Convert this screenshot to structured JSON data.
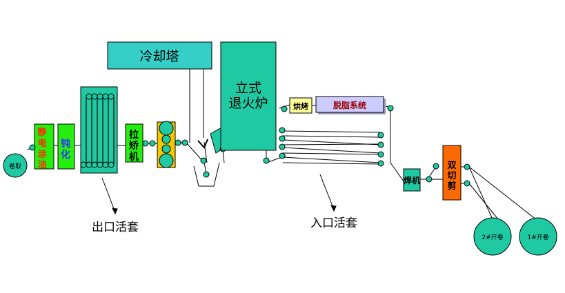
{
  "units": {
    "cooling_tower": "冷却塔",
    "annealing_furnace_line1": "立式",
    "annealing_furnace_line2": "退火炉",
    "baking": "烘烤",
    "degreasing": "脱脂系统",
    "electrostatic_oiler_chars": [
      "静",
      "电",
      "涂",
      "油"
    ],
    "passivation_chars": [
      "钝",
      "化"
    ],
    "tension_leveler_chars": [
      "拉",
      "矫",
      "机"
    ],
    "welder": "焊机",
    "double_shear_chars": [
      "双",
      "切",
      "剪"
    ],
    "coiler": "卷取",
    "uncoiler_2": "2#开卷",
    "uncoiler_1": "1#开卷"
  },
  "annotations": {
    "exit_accumulator": "出口活套",
    "entry_accumulator": "入口活套"
  },
  "colors": {
    "teal": "#1fcaa3",
    "cooling_cyan": "#35cfc7",
    "green": "#26ee0e",
    "orange": "#ff6a00",
    "yellow": "#f7c800",
    "pale_yellow": "#ffff99",
    "red_text": "#ff2a00",
    "blue_text": "#3333ff",
    "darkred_text": "#990000",
    "line": "#000000"
  }
}
